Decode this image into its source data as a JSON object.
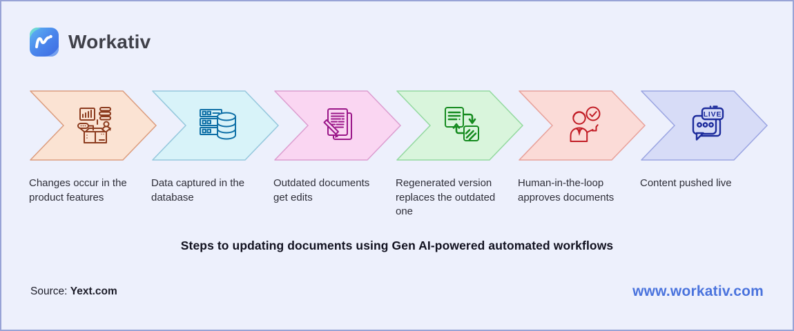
{
  "page": {
    "background": "#edf0fc",
    "border_color": "#98a3d6"
  },
  "header": {
    "brand": "Workativ",
    "logo_icon": "workativ-logo"
  },
  "steps": [
    {
      "label": "Changes occur in the product features",
      "icon": "product-box-icon",
      "fill": "#fbe3d3",
      "stroke": "#dc9d7e",
      "icon_color": "#8b3a1d"
    },
    {
      "label": "Data captured in the database",
      "icon": "database-server-icon",
      "fill": "#d8f3f9",
      "stroke": "#96c8dd",
      "icon_color": "#0d6fa6"
    },
    {
      "label": "Outdated documents get edits",
      "icon": "document-edit-icon",
      "fill": "#fad6f2",
      "stroke": "#dc9ed0",
      "icon_color": "#9a1688"
    },
    {
      "label": "Regenerated version replaces the outdated one",
      "icon": "document-replace-icon",
      "fill": "#d9f5dc",
      "stroke": "#94d9a0",
      "icon_color": "#148a1e"
    },
    {
      "label": "Human-in-the-loop approves documents",
      "icon": "human-approval-icon",
      "fill": "#fbdbd7",
      "stroke": "#e8a29b",
      "icon_color": "#c11b24"
    },
    {
      "label": "Content pushed live",
      "icon": "live-chat-icon",
      "icon_text": "LIVE",
      "fill": "#d7dcf7",
      "stroke": "#9ba5e2",
      "icon_color": "#1c2b9c"
    }
  ],
  "title": "Steps to updating documents using Gen AI-powered automated workflows",
  "footer": {
    "source_prefix": "Source:",
    "source_value": "Yext.com",
    "website": "www.workativ.com",
    "website_color": "#4a73dd"
  }
}
